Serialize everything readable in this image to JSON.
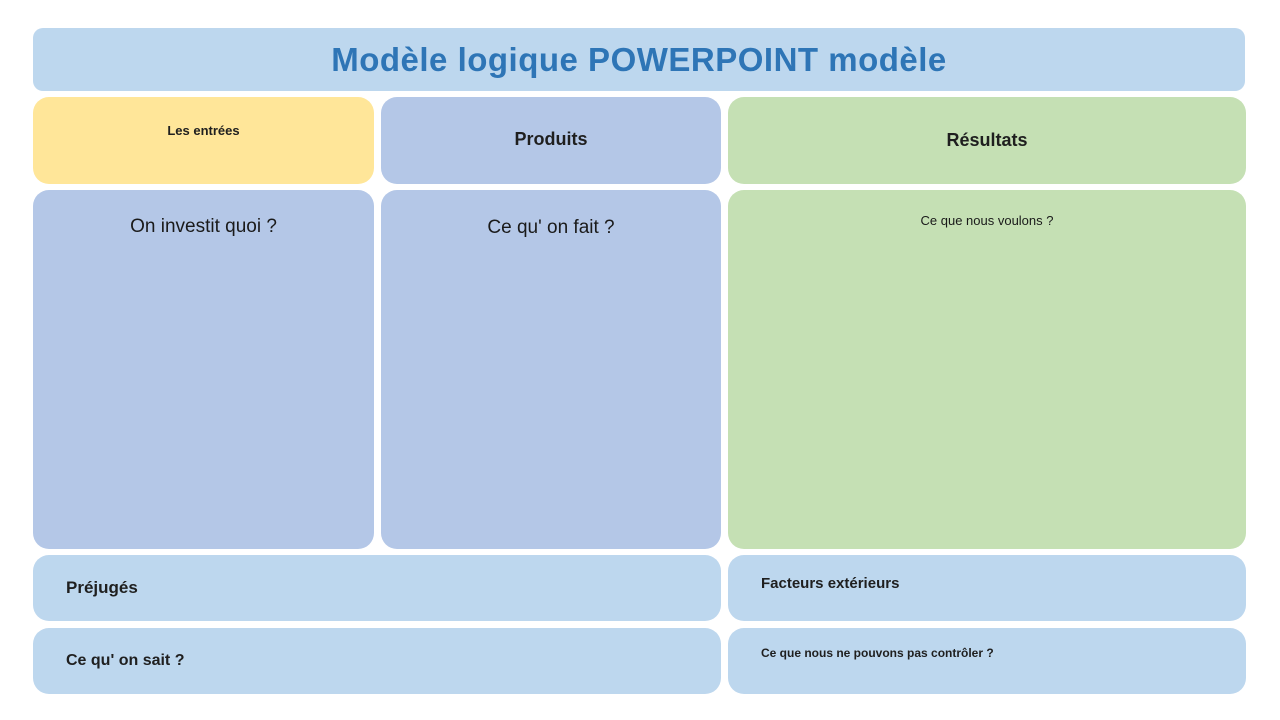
{
  "slide": {
    "title": "Modèle logique POWERPOINT modèle"
  },
  "columns": {
    "inputs": {
      "header": "Les entrées",
      "body": "On investit quoi ?"
    },
    "outputs": {
      "header": "Produits",
      "body": "Ce qu' on fait ?"
    },
    "results": {
      "header": "Résultats",
      "body": "Ce que nous voulons ?"
    }
  },
  "bottom": {
    "assumptions": {
      "label": "Préjugés",
      "body": "Ce qu' on sait ?"
    },
    "external": {
      "label": "Facteurs extérieurs",
      "body": "Ce que nous ne pouvons pas contrôler ?"
    }
  },
  "colors": {
    "background": "#ffffff",
    "banner_fill": "#bdd7ee",
    "title_text": "#2e75b6",
    "inputs_header_fill": "#ffe699",
    "periwinkle_fill": "#b4c7e7",
    "results_fill": "#c5e0b4",
    "bottom_bar_fill": "#bdd7ee",
    "body_text": "#1a1a1a"
  }
}
